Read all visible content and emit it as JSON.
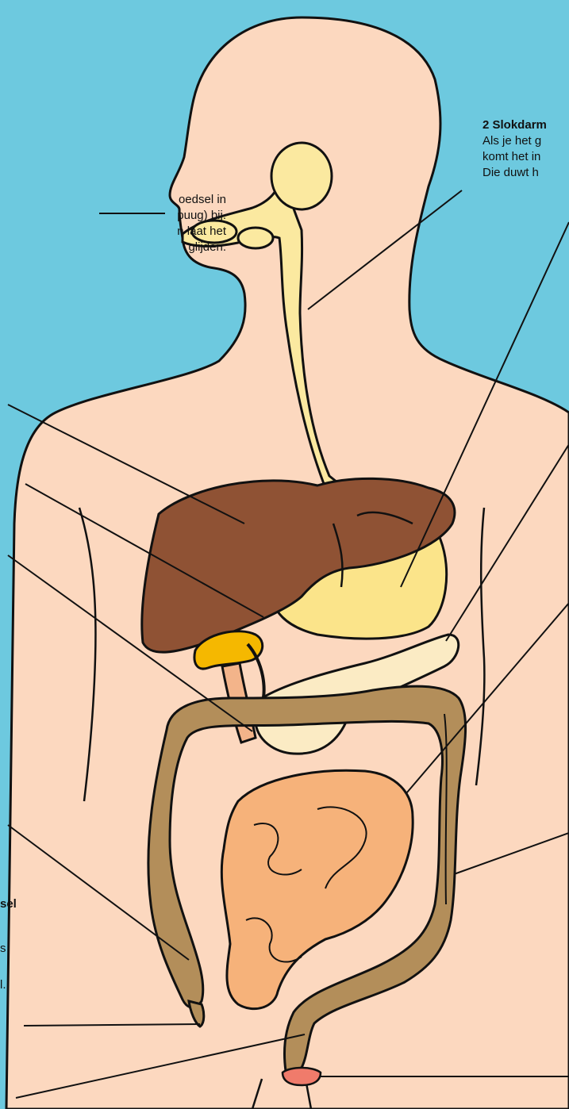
{
  "labels": {
    "mouth": {
      "lines": [
        "oedsel in",
        "puug) bij.",
        "n laat het",
        "glijden."
      ]
    },
    "esophagus": {
      "title": "2 Slokdarm",
      "lines": [
        "Als je het g",
        "komt het in",
        "Die duwt h"
      ]
    },
    "colon_left": {
      "title": "sel",
      "lines": [
        "s",
        "l."
      ]
    }
  },
  "colors": {
    "background": "#6dc9df",
    "skin": "#fcd8bf",
    "liver": "#8f5234",
    "stomach": "#fbe48a",
    "esophagus": "#fbe9a0",
    "gallbladder": "#f5b800",
    "pancreas": "#fbebc4",
    "duodenum": "#f3b48a",
    "small_intestine": "#f6b27a",
    "large_intestine": "#b38e5a",
    "anus": "#f07b6b",
    "outline": "#111111"
  }
}
